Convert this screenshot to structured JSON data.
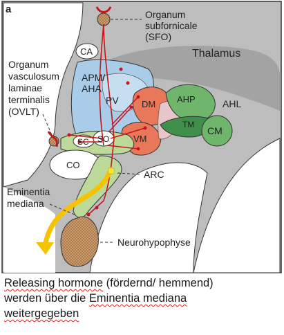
{
  "panel_letter": "a",
  "labels": {
    "sfo": [
      "Organum",
      "subfornicale",
      "(SFO)"
    ],
    "ovlt": [
      "Organum",
      "vasculosum",
      "laminae",
      "terminalis",
      "(OVLT)"
    ],
    "thalamus": "Thalamus",
    "ca": "CA",
    "apm_aha": [
      "APM/",
      "AHA"
    ],
    "pv": "PV",
    "dm": "DM",
    "ahp": "AHP",
    "ahl": "AHL",
    "tm": "TM",
    "cm": "CM",
    "vm": "VM",
    "sc": "SC",
    "so": "SO",
    "co": "CO",
    "arc": "ARC",
    "eminentia": [
      "Eminentia",
      "mediana"
    ],
    "neurohypophyse": "Neurohypophyse"
  },
  "caption": {
    "line1_a": "Releasing hormone",
    "line1_b": " (fördernd/ hemmend)",
    "line2_a": "werden über die ",
    "line2_b": "Eminentia mediana",
    "line3": "weitergegeben"
  },
  "colors": {
    "background_gray": "#bdbdbd",
    "blue_region": "#a9cde8",
    "red_nucleus": "#e9785a",
    "green_nucleus": "#6fb56b",
    "dark_green_nucleus": "#3f8f4a",
    "light_green": "#bcd99a",
    "pink_region": "#e6c6c8",
    "neuron_red": "#c4161c",
    "arrow_yellow": "#f7c200",
    "hypophysis_tan": "#c99a6a"
  }
}
